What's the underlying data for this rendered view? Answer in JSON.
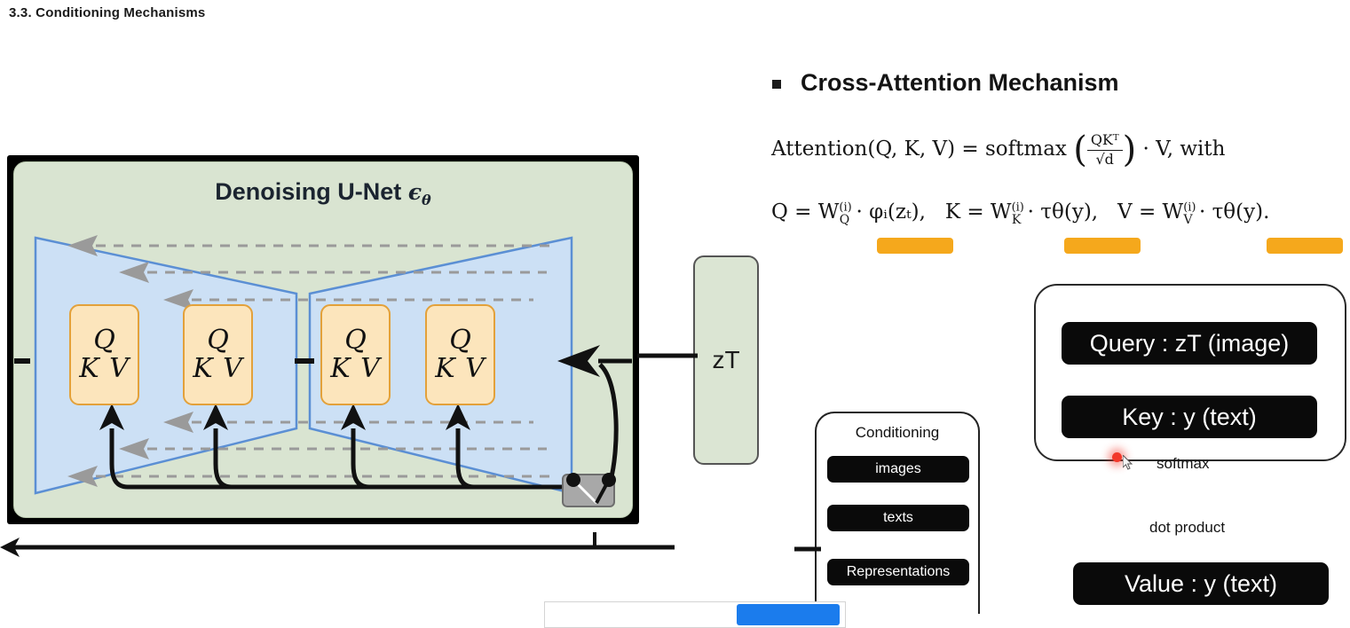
{
  "slide": {
    "heading": "3.3. Conditioning Mechanisms"
  },
  "unet": {
    "title_text": "Denoising U-Net",
    "title_symbol": "ϵ",
    "title_subscript": "θ",
    "blocks": [
      {
        "q": "Q",
        "kv": "K V"
      },
      {
        "q": "Q",
        "kv": "K V"
      },
      {
        "q": "Q",
        "kv": "K V"
      },
      {
        "q": "Q",
        "kv": "K V"
      }
    ],
    "colors": {
      "frame": "#000000",
      "background": "#d9e4d1",
      "trapezoid_fill": "#cce0f5",
      "trapezoid_stroke": "#5b8fd4",
      "attention_fill": "#fce5bc",
      "attention_stroke": "#e3a13a",
      "skip_arrow": "#9a9a9a"
    }
  },
  "latent": {
    "label": "zT",
    "color": "#dbe5d3"
  },
  "conditioning": {
    "title": "Conditioning",
    "items": [
      {
        "label": "images"
      },
      {
        "label": "texts"
      },
      {
        "label": "Representations"
      }
    ]
  },
  "bottom_dialog": {
    "button_color": "#1b7ced"
  },
  "cross_attention": {
    "heading": "Cross-Attention Mechanism",
    "bullet": "square-bullet",
    "formula_1": {
      "lhs": "Attention(Q, K, V)",
      "equals": "=",
      "op": "softmax",
      "numerator": "QKᵀ",
      "denominator": "√d",
      "dot": "·",
      "rhs": "V, with"
    },
    "formula_2": {
      "q_def": "Q = W",
      "q_sub": "Q",
      "q_sup": "(i)",
      "q_term": "· φᵢ(zₜ),",
      "k_def": "K = W",
      "k_sub": "K",
      "k_sup": "(i)",
      "k_term": "· τθ(y),",
      "v_def": "V = W",
      "v_sub": "V",
      "v_sup": "(i)",
      "v_term": "· τθ(y)."
    },
    "highlight_color": "#f5a81c",
    "highlight_count": 3
  },
  "qk_panel": {
    "query_label": "Query : zT (image)",
    "key_label": "Key : y (text)",
    "softmax_label": "softmax"
  },
  "dot_product_label": "dot product",
  "value_label": "Value : y (text)",
  "cursor": {
    "click_indicator_color": "#f2382a",
    "pointer": "arrow-cursor"
  }
}
